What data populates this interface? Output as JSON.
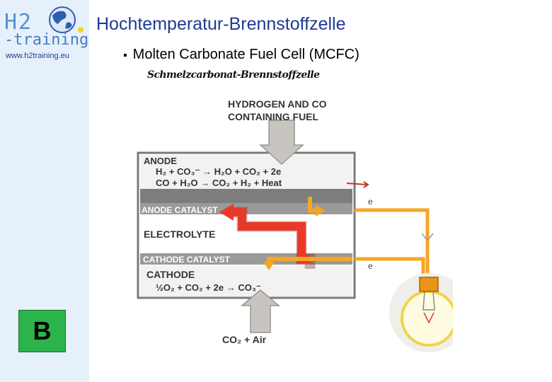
{
  "brand": {
    "logo_h2": "H2",
    "logo_training": "-training",
    "url": "www.h2training.eu"
  },
  "slide": {
    "title": "Hochtemperatur-Brennstoffzelle",
    "bullet": "Molten Carbonate Fuel Cell (MCFC)",
    "subtitle": "Schmelzcarbonat-Brennstoffzelle",
    "badge": "B"
  },
  "diagram": {
    "fuel_label_1": "HYDROGEN AND CO",
    "fuel_label_2": "CONTAINING FUEL",
    "anode": "ANODE",
    "anode_eq1": "H₂ + CO₃⁻ → H₂O + CO₂ + 2e",
    "anode_eq2": "CO + H₂O → CO₂ + H₂ + Heat",
    "anode_catalyst": "ANODE CATALYST",
    "electrolyte": "ELECTROLYTE",
    "cathode_catalyst": "CATHODE CATALYST",
    "cathode": "CATHODE",
    "cathode_eq": "½O₂ + CO₂ + 2e → CO₃⁻",
    "air_label": "CO₂ + Air",
    "electron_1": "e",
    "electron_2": "e"
  },
  "colors": {
    "title": "#1f3a93",
    "sidebar": "#e6f0fb",
    "badge": "#2cb44a",
    "arrow": "#e8392a",
    "wire": "#f5a623"
  }
}
